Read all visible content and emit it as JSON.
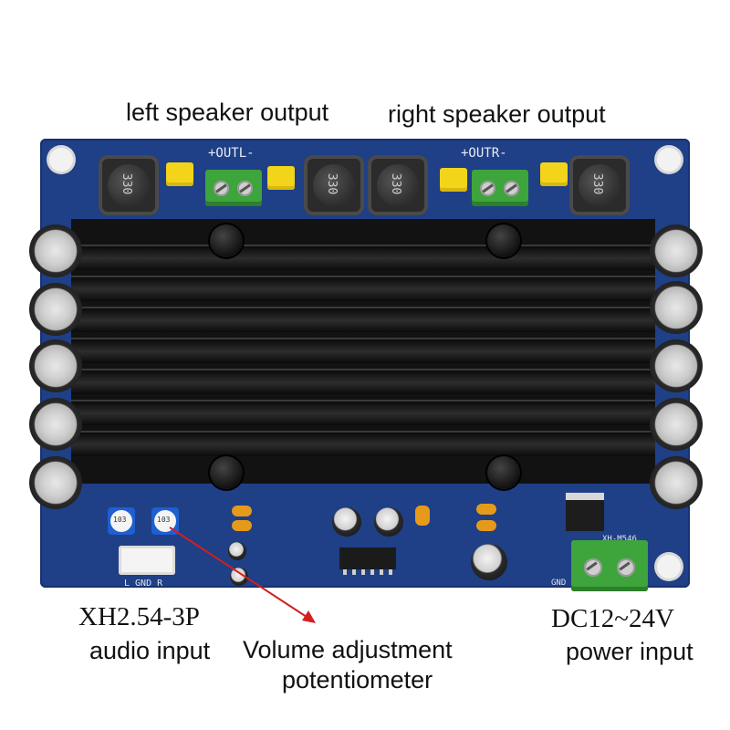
{
  "captions": {
    "left_speaker": "left speaker output",
    "right_speaker": "right speaker output",
    "connector_type": "XH2.54-3P",
    "audio_input": "audio input",
    "volume_line1": "Volume adjustment",
    "volume_line2": "potentiometer",
    "dc_voltage": "DC12~24V",
    "power_input": "power input"
  },
  "board_markings": {
    "out_left": "+OUTL-",
    "out_right": "+OUTR-",
    "model": "XH-M546",
    "gnd": "GND",
    "input_pins": "L GND R",
    "inductor_value": "330",
    "pot_value": "103"
  },
  "colors": {
    "pcb": "#1f3f86",
    "terminal": "#3ea43c",
    "arrow": "#d21f1f",
    "film_cap": "#f2d51a"
  }
}
